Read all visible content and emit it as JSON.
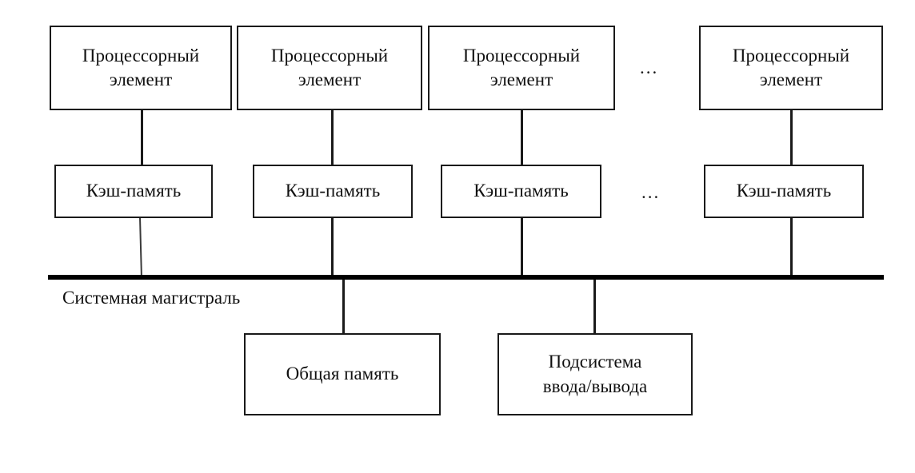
{
  "diagram": {
    "title_text_visible": false,
    "colors": {
      "stroke": "#1a1a1a",
      "bus_stroke": "#000000",
      "background": "#ffffff",
      "text": "#111111"
    },
    "processor_elements": [
      {
        "label": "Процессорный\nэлемент"
      },
      {
        "label": "Процессорный\nэлемент"
      },
      {
        "label": "Процессорный\nэлемент"
      },
      {
        "label": "Процессорный\nэлемент"
      }
    ],
    "caches": [
      {
        "label": "Кэш-память"
      },
      {
        "label": "Кэш-память"
      },
      {
        "label": "Кэш-память"
      },
      {
        "label": "Кэш-память"
      }
    ],
    "ellipses": [
      {
        "label": "..."
      },
      {
        "label": "..."
      }
    ],
    "bus": {
      "label": "Системная магистраль"
    },
    "bottom_nodes": [
      {
        "label": "Общая память"
      },
      {
        "label": "Подсистема\nввода/вывода"
      }
    ]
  }
}
